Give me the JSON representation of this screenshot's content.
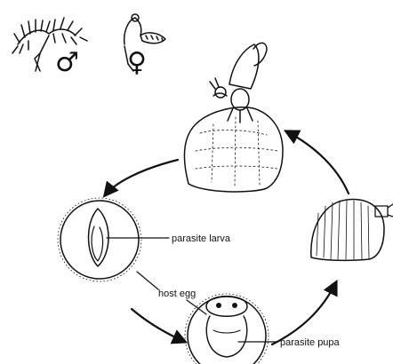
{
  "diagram": {
    "labels": {
      "male_symbol": "♂",
      "female_symbol": "♀",
      "parasite_larva": "parasite larva",
      "host_egg": "host egg",
      "parasite_pupa": "parasite pupa"
    },
    "colors": {
      "ink": "#111111",
      "background": "#ffffff"
    }
  }
}
